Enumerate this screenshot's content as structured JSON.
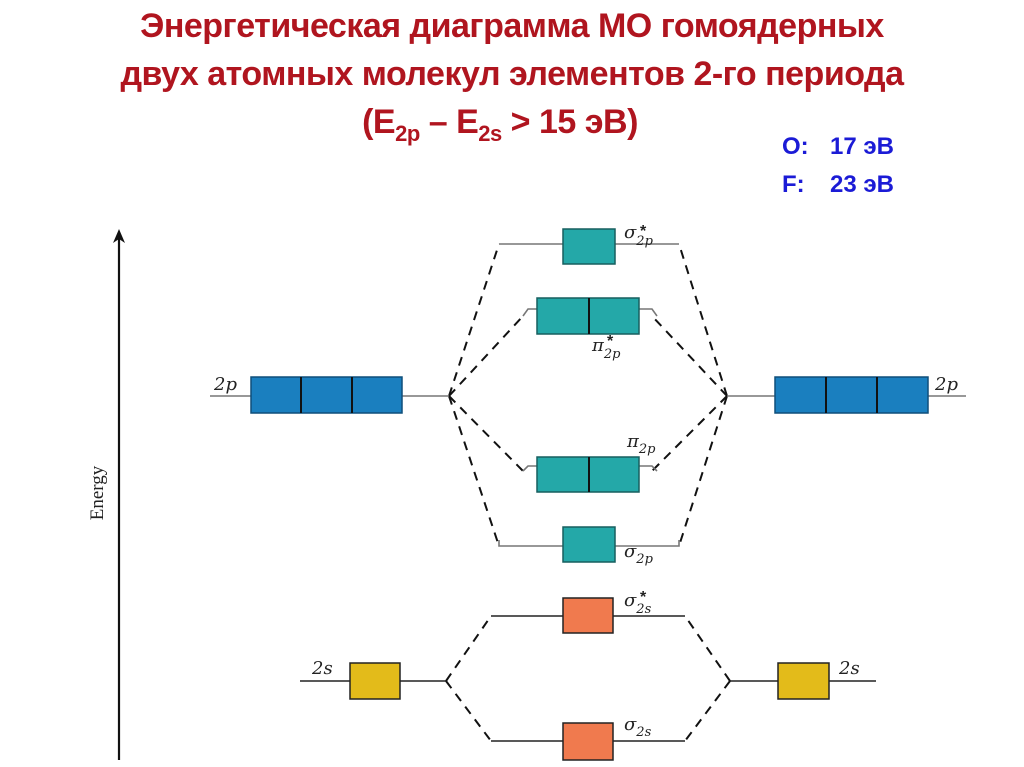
{
  "title": {
    "line1": "Энергетическая диаграмма МО гомоядерных",
    "line2": "двух атомных молекул элементов  2-го периода",
    "line3_open": "(E",
    "line3_sub1": "2p",
    "line3_mid": " – E",
    "line3_sub2": "2s",
    "line3_close": " > 15 эВ)"
  },
  "energy_values": [
    {
      "element": "O:",
      "value": "17 эВ"
    },
    {
      "element": "F:",
      "value": "23 эВ"
    }
  ],
  "colors": {
    "title": "#b0151f",
    "values": "#1b1bd6",
    "atomic_2p": "#1a7fbf",
    "mo_2p": "#24a8a8",
    "atomic_2s": "#e3bb1a",
    "mo_2s": "#f07a4e"
  },
  "diagram": {
    "axis_label": "Energy",
    "left_atom": {
      "label_2p": "2p",
      "label_2s": "2s"
    },
    "right_atom": {
      "label_2p": "2p",
      "label_2s": "2s"
    },
    "orbitals": [
      {
        "name": "σ*2p",
        "base": "σ",
        "sub": "2p",
        "star": "*",
        "boxes": 1
      },
      {
        "name": "π*2p",
        "base": "π",
        "sub": "2p",
        "star": "*",
        "boxes": 2
      },
      {
        "name": "π2p",
        "base": "π",
        "sub": "2p",
        "star": "",
        "boxes": 2
      },
      {
        "name": "σ2p",
        "base": "σ",
        "sub": "2p",
        "star": "",
        "boxes": 1
      },
      {
        "name": "σ*2s",
        "base": "σ",
        "sub": "2s",
        "star": "*",
        "boxes": 1
      },
      {
        "name": "σ2s",
        "base": "σ",
        "sub": "2s",
        "star": "",
        "boxes": 1
      }
    ]
  }
}
